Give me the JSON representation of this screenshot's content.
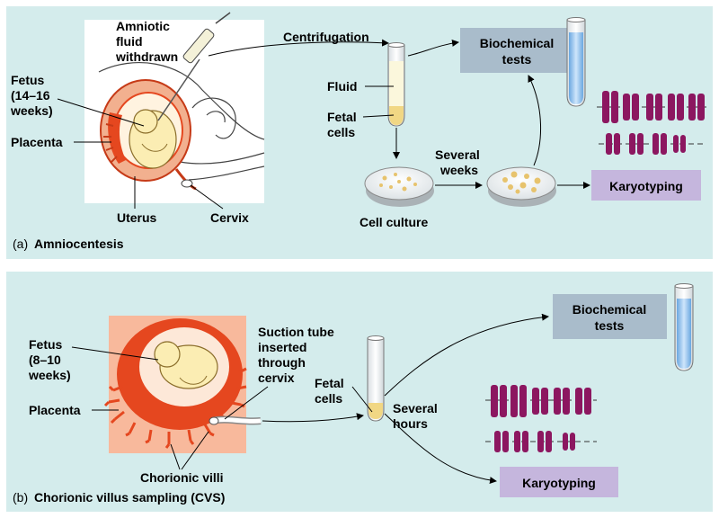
{
  "panel_a": {
    "caption_letter": "(a)",
    "caption": "Amniocentesis",
    "amniotic_fluid_label": [
      "Amniotic",
      "fluid",
      "withdrawn"
    ],
    "fetus_label": [
      "Fetus",
      "(14–16",
      "weeks)"
    ],
    "placenta_label": "Placenta",
    "uterus_label": "Uterus",
    "cervix_label": "Cervix",
    "centrifugation_label": "Centrifugation",
    "fluid_label": "Fluid",
    "fetal_cells_label": [
      "Fetal",
      "cells"
    ],
    "several_weeks_label": [
      "Several",
      "weeks"
    ],
    "cell_culture_label": "Cell culture",
    "biochemical_tests_label": [
      "Biochemical",
      "tests"
    ],
    "karyotyping_label": "Karyotyping"
  },
  "panel_b": {
    "caption_letter": "(b)",
    "caption": "Chorionic villus sampling (CVS)",
    "fetus_label": [
      "Fetus",
      "(8–10",
      "weeks)"
    ],
    "placenta_label": "Placenta",
    "chorionic_villi_label": "Chorionic villi",
    "suction_tube_label": [
      "Suction tube",
      "inserted",
      "through",
      "cervix"
    ],
    "fetal_cells_label": [
      "Fetal",
      "cells"
    ],
    "several_hours_label": [
      "Several",
      "hours"
    ],
    "biochemical_tests_label": [
      "Biochemical",
      "tests"
    ],
    "karyotyping_label": "Karyotyping"
  },
  "colors": {
    "panel_bg": "#d4ecec",
    "box_blue": "#a9bccb",
    "box_purple": "#c5b6dd",
    "chromosome": "#8c1760",
    "uterus_red": "#e5471f",
    "uterus_pink": "#f2b08f",
    "fetus_yellow": "#fbedb3",
    "cvs_bg": "#f8b99c"
  }
}
